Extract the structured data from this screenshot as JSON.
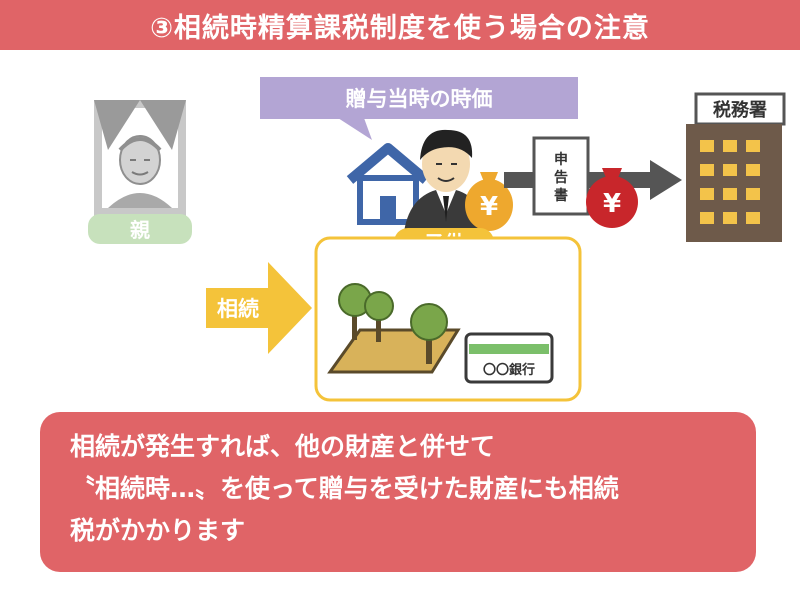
{
  "title": "③相続時精算課税制度を使う場合の注意",
  "diagram": {
    "parent_label": "親",
    "speech_label": "贈与当時の時価",
    "child_label": "子供",
    "inherit_label": "相続",
    "yen_symbol": "¥",
    "document_chars": [
      "申",
      "告",
      "書"
    ],
    "tax_office_label": "税務署",
    "bank_label": "〇〇銀行"
  },
  "callout": {
    "line1": "相続が発生すれば、他の財産と併せて",
    "line2": "〝相続時…〟を使って贈与を受けた財産にも相続",
    "line3": "税がかかります"
  },
  "colors": {
    "red": "#e06467",
    "purple": "#b3a5d4",
    "yellow": "#f4c33a",
    "gold_bag": "#eea82e",
    "red_bag": "#c8262b",
    "green_label": "#c7e1bc",
    "gray_portrait": "#bdbdbd",
    "building": "#6e5a4a",
    "tree_green": "#7aa64a"
  }
}
